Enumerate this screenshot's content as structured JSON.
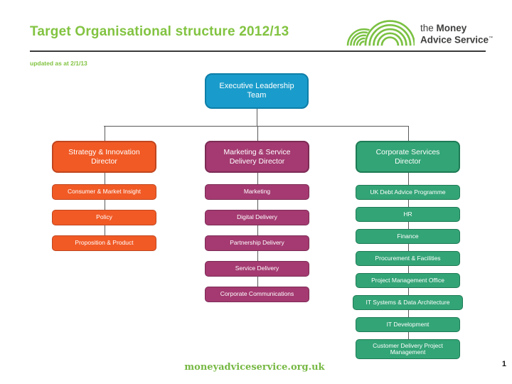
{
  "page": {
    "title": "Target Organisational structure 2012/13",
    "updated": "updated as at 2/1/13",
    "footer_url": "moneyadviceservice.org.uk",
    "page_number": "1"
  },
  "logo": {
    "the": "the",
    "money": "Money",
    "line2": "Advice Service",
    "tm": "™"
  },
  "colors": {
    "title_green": "#82C341",
    "footer_green": "#76B843",
    "connector_gray": "#595959",
    "underline": "#3B3B3B",
    "logo_text": "#3F3F3E",
    "logo_arcs": "#7BC143"
  },
  "org": {
    "root": {
      "label": "Executive Leadership Team",
      "fill": "#199CCB",
      "border": "#0E7EA8",
      "text": "#FFFFFF"
    },
    "branches": [
      {
        "label": "Strategy & Innovation Director",
        "fill": "#F15A25",
        "border": "#C0461F",
        "text": "#FFFFFF",
        "children": [
          "Consumer & Market Insight",
          "Policy",
          "Proposition & Product"
        ]
      },
      {
        "label": "Marketing & Service Delivery Director",
        "fill": "#A43A71",
        "border": "#7C2B55",
        "text": "#FFFFFF",
        "children": [
          "Marketing",
          "Digital Delivery",
          "Partnership Delivery",
          "Service Delivery",
          "Corporate Communications"
        ]
      },
      {
        "label": "Corporate Services Director",
        "fill": "#33A476",
        "border": "#1E7B55",
        "text": "#FFFFFF",
        "children": [
          "UK Debt Advice Programme",
          "HR",
          "Finance",
          "Procurement & Facilities",
          "Project Management Office",
          "IT Systems & Data Architecture",
          "IT Development",
          "Customer Delivery Project Management"
        ]
      }
    ]
  }
}
